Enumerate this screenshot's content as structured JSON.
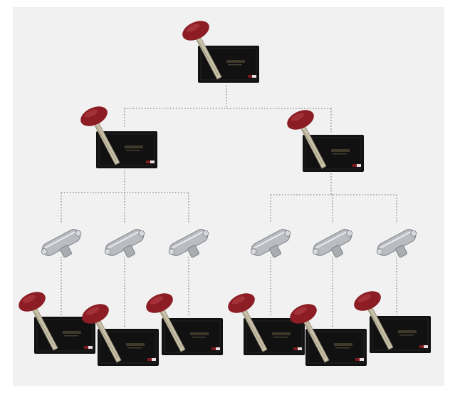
{
  "diagram": {
    "palette": {
      "background": "#f1f1f2",
      "card": "#111111",
      "key_head": "#8c1d24",
      "key_blade": "#c7bfa8",
      "cylinder": "#b9bcc0",
      "connector": "#8a8a8a"
    },
    "hierarchy": {
      "root": {
        "item": "master-key-card",
        "children": [
          {
            "item": "sub-master-key-card",
            "children": [
              {
                "item": "lock-cylinder",
                "child": "key-card"
              },
              {
                "item": "lock-cylinder",
                "child": "key-card"
              },
              {
                "item": "lock-cylinder",
                "child": "key-card"
              }
            ]
          },
          {
            "item": "sub-master-key-card",
            "children": [
              {
                "item": "lock-cylinder",
                "child": "key-card"
              },
              {
                "item": "lock-cylinder",
                "child": "key-card"
              },
              {
                "item": "lock-cylinder",
                "child": "key-card"
              }
            ]
          }
        ]
      }
    }
  }
}
